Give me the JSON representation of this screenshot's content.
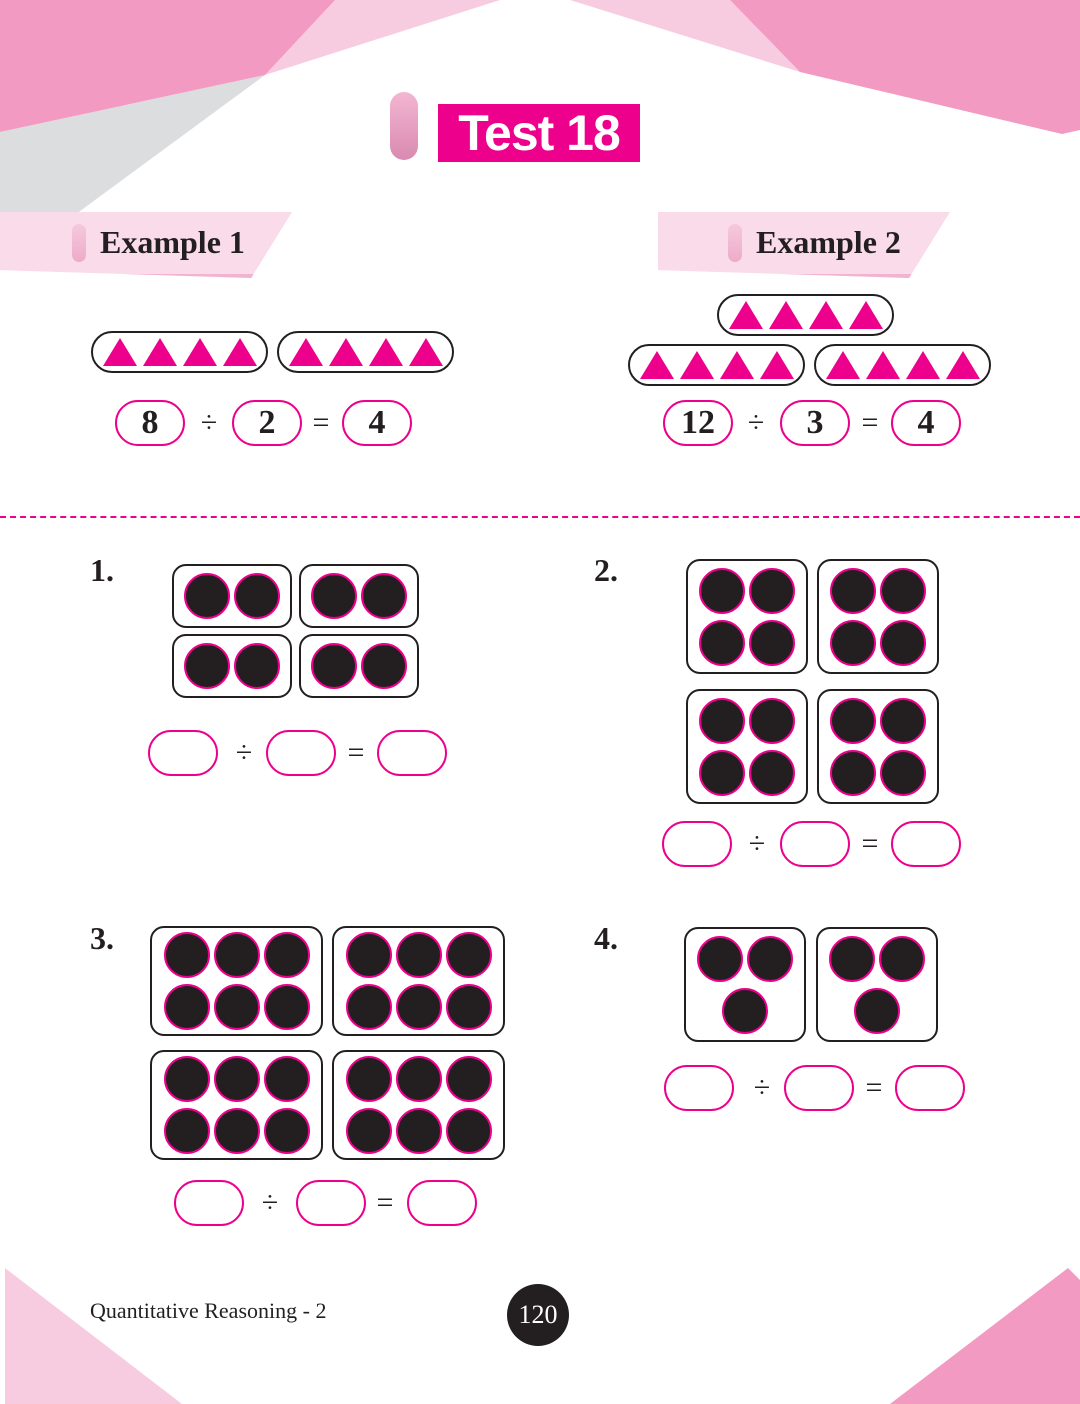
{
  "header": {
    "title": "Test 18"
  },
  "examples": [
    {
      "label": "Example 1",
      "groups": 2,
      "per_group": 4,
      "equation": {
        "dividend": "8",
        "divisor": "2",
        "quotient": "4"
      }
    },
    {
      "label": "Example 2",
      "groups": 3,
      "per_group": 4,
      "equation": {
        "dividend": "12",
        "divisor": "3",
        "quotient": "4"
      }
    }
  ],
  "operators": {
    "divide": "÷",
    "equals": "="
  },
  "problems": [
    {
      "number": "1.",
      "groups": 4,
      "per_group": 2
    },
    {
      "number": "2.",
      "groups": 4,
      "per_group": 4
    },
    {
      "number": "3.",
      "groups": 4,
      "per_group": 6
    },
    {
      "number": "4.",
      "groups": 2,
      "per_group": 3
    }
  ],
  "footer": {
    "book": "Quantitative Reasoning - 2",
    "page": "120"
  },
  "colors": {
    "accent": "#ec008c",
    "pink": "#f39ac2",
    "light_pink": "#f8cce0",
    "gray": "#dcdddf",
    "ink": "#231f20"
  }
}
